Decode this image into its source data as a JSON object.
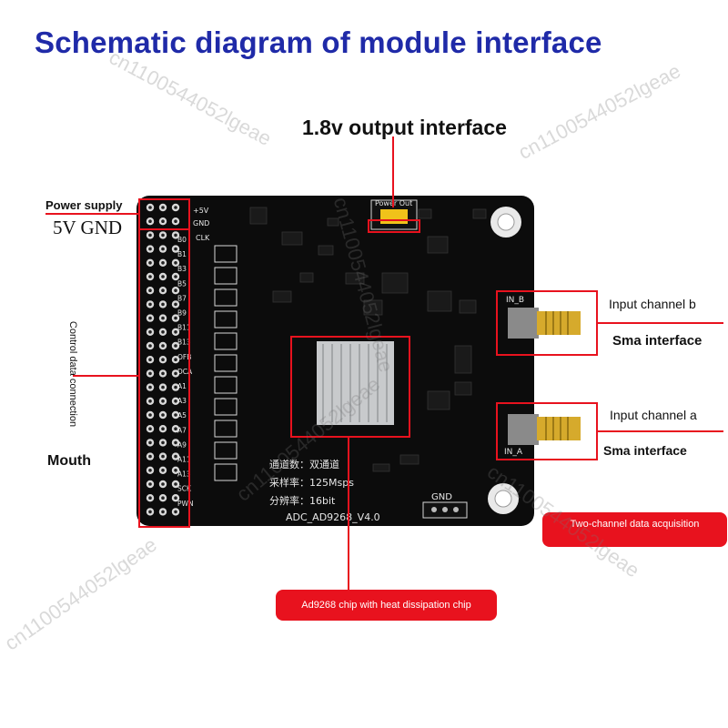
{
  "title": "Schematic diagram of module interface",
  "labels": {
    "output_interface": "1.8v output interface",
    "power_supply": "Power supply",
    "five_v_gnd": "5V GND",
    "control_data": "Control data connection",
    "mouth": "Mouth",
    "input_channel_b": "Input channel b",
    "sma_b": "Sma interface",
    "input_channel_a": "Input channel a",
    "sma_a": "Sma interface",
    "two_channel": "Two-channel data acquisition",
    "chip": "Ad9268 chip with heat dissipation chip"
  },
  "board": {
    "power_out": "Power Out",
    "pin_5v": "+5V",
    "pin_gnd": "GND",
    "clk": "CLK",
    "pins": [
      "B0",
      "B1",
      "B3",
      "B5",
      "B7",
      "B9",
      "B11",
      "B13",
      "OFB",
      "DCA",
      "A1",
      "A3",
      "A5",
      "A7",
      "A9",
      "A11",
      "A13",
      "SCK",
      "PWN"
    ],
    "channels_line": "通道数：双通道",
    "rate_line": "采样率：125Msps",
    "resolution_line": "分辨率：16bit",
    "name": "ADC_AD9268_V4.0",
    "gnd_header": "GND",
    "in_b": "IN_B",
    "in_a": "IN_A"
  },
  "watermark": "cn1100544052lgeae",
  "colors": {
    "title": "#1f2aa8",
    "callout": "#e8121e",
    "board": "#0c0c0c",
    "heatsink": "#c8cacc"
  }
}
